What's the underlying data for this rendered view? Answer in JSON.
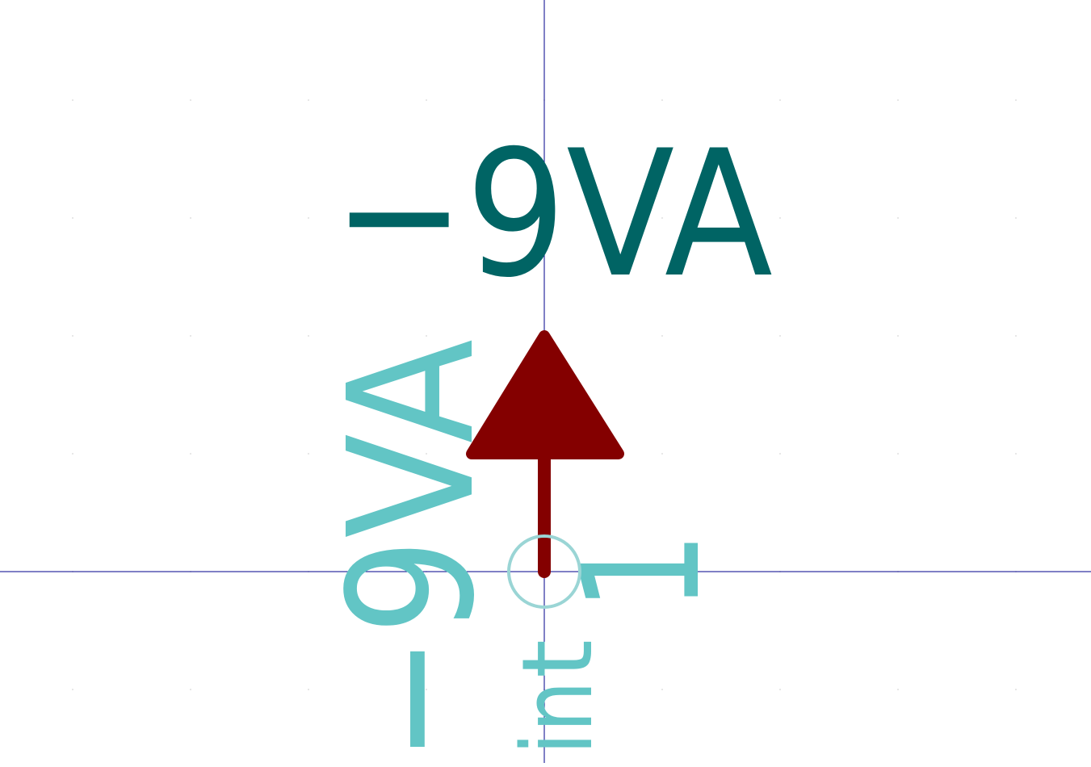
{
  "symbol": {
    "value_label": "−9VA",
    "pin_name": "−9VA",
    "pin_number": "1",
    "pin_type": "in",
    "pin_type_prefix": "t"
  },
  "colors": {
    "background": "#ffffff",
    "value_text": "#006464",
    "pin_text": "#62c5c5",
    "symbol_body": "#840000",
    "crosshair": "#00008b",
    "grid_dot": "#e0e0e0",
    "pin_endpoint_circle": "#9ad5d5"
  }
}
